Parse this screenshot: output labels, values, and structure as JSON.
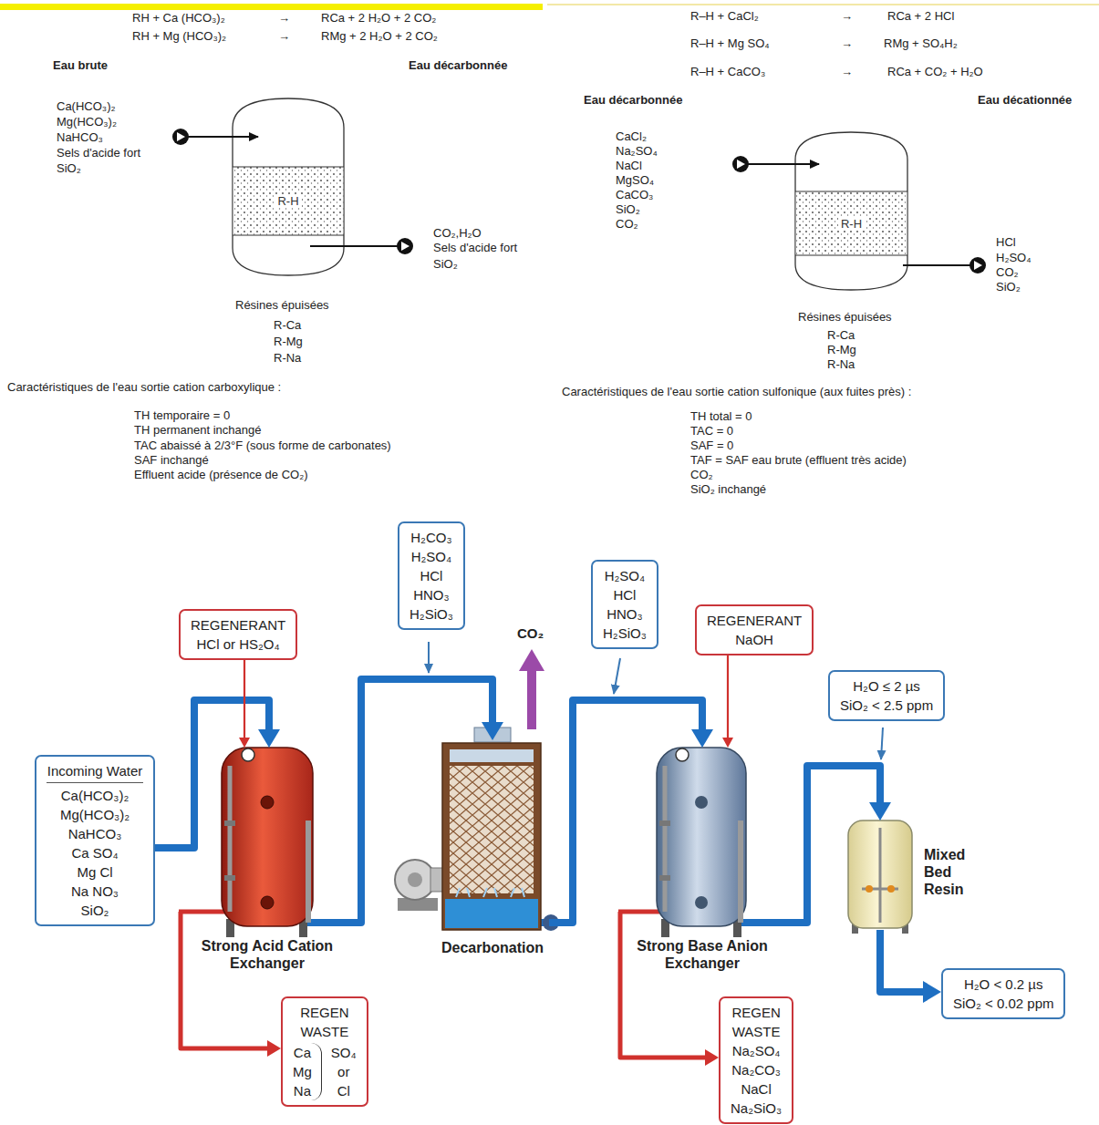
{
  "diagram": {
    "nodes": [
      {
        "text": [
          "R-H"
        ]
      },
      {
        "text": [
          "R-H"
        ]
      },
      {
        "text": [
          "Incoming Water",
          "Ca(HCO₃)₂",
          "Mg(HCO₃)₂",
          "NaHCO₃",
          "Ca SO₄",
          "Mg Cl",
          "Na NO₃",
          "SiO₂"
        ]
      },
      {
        "text": [
          "REGENERANT",
          "HCl or HS₂O₄"
        ]
      },
      {
        "text": [
          "Strong Acid Cation Exchanger"
        ]
      },
      {
        "text": [
          "REGEN WASTE",
          "Ca",
          "Mg",
          "Na",
          "SO₄",
          "or",
          "Cl"
        ]
      },
      {
        "text": [
          "H₂CO₃",
          "H₂SO₄",
          "HCl",
          "HNO₃",
          "H₂SiO₃"
        ]
      },
      {
        "text": [
          "Decarbonation"
        ]
      },
      {
        "text": [
          "H₂SO₄",
          "HCl",
          "HNO₃",
          "H₂SiO₃"
        ]
      },
      {
        "text": [
          "REGENERANT",
          "NaOH"
        ]
      },
      {
        "text": [
          "Strong Base Anion Exchanger"
        ]
      },
      {
        "text": [
          "REGEN WASTE",
          "Na₂SO₄",
          "Na₂CO₃",
          "NaCl",
          "Na₂SiO₃"
        ]
      },
      {
        "text": [
          "H₂O ≤ 2 µs",
          "SiO₂ < 2.5 ppm"
        ]
      },
      {
        "text": [
          "Mixed Bed Resin"
        ]
      },
      {
        "text": [
          "H₂O < 0.2 µs",
          "SiO₂ < 0.02 ppm"
        ]
      }
    ],
    "edges": [
      {
        "from": 2,
        "to": 4,
        "arrow": "to"
      },
      {
        "from": 3,
        "to": 4,
        "arrow": "to"
      },
      {
        "from": 4,
        "to": 5,
        "arrow": "to"
      },
      {
        "from": 4,
        "to": 7,
        "arrow": "to"
      },
      {
        "from": 7,
        "to": 10,
        "arrow": "to"
      },
      {
        "from": 9,
        "to": 10,
        "arrow": "to"
      },
      {
        "from": 10,
        "to": 11,
        "arrow": "to"
      },
      {
        "from": 10,
        "to": 13,
        "arrow": "to"
      },
      {
        "from": 13,
        "to": 14,
        "arrow": "to"
      }
    ],
    "labels": [
      "RH + Ca (HCO₃)₂",
      "→",
      "RCa + 2 H₂O + 2 CO₂",
      "RH + Mg (HCO₃)₂",
      "→",
      "RMg + 2 H₂O + 2 CO₂",
      "Eau brute",
      "Eau décarbonnée",
      "Ca(HCO₃)₂",
      "Mg(HCO₃)₂",
      "NaHCO₃",
      "Sels d'acide fort",
      "SiO₂",
      "CO₂,H₂O",
      "Sels d'acide fort",
      "SiO₂",
      "Résines épuisées",
      "R-Ca",
      "R-Mg",
      "R-Na",
      "Caractéristiques de l'eau sortie cation carboxylique :",
      "TH temporaire = 0",
      "TH permanent inchangé",
      "TAC abaissé à 2/3°F (sous forme de carbonates)",
      "SAF inchangé",
      "Effluent acide (présence de CO₂)",
      "R–H + CaCl₂",
      "→",
      "RCa + 2 HCl",
      "R–H + Mg SO₄",
      "→",
      "RMg + SO₄H₂",
      "R–H + CaCO₃",
      "→",
      "RCa + CO₂ + H₂O",
      "Eau décarbonnée",
      "Eau décationnée",
      "CaCl₂",
      "Na₂SO₄",
      "NaCl",
      "MgSO₄",
      "CaCO₃",
      "SiO₂",
      "CO₂",
      "HCl",
      "H₂SO₄",
      "CO₂",
      "SiO₂",
      "Résines épuisées",
      "R-Ca",
      "R-Mg",
      "R-Na",
      "Caractéristiques de l'eau sortie cation sulfonique (aux fuites près) :",
      "TH total = 0",
      "TAC = 0",
      "SAF = 0",
      "TAF = SAF eau brute (effluent très acide)",
      "CO₂",
      "SiO₂ inchangé",
      "CO₂"
    ]
  }
}
